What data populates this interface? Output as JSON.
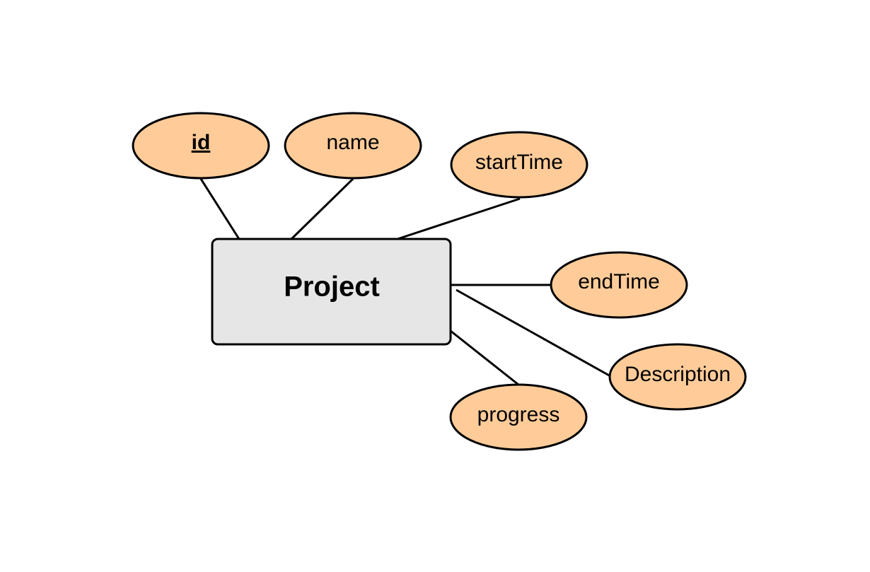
{
  "entity": {
    "name": "Project"
  },
  "attributes": [
    {
      "id": "id",
      "label": "id",
      "is_key": true
    },
    {
      "id": "name",
      "label": "name",
      "is_key": false
    },
    {
      "id": "start-time",
      "label": "startTime",
      "is_key": false
    },
    {
      "id": "end-time",
      "label": "endTime",
      "is_key": false
    },
    {
      "id": "description",
      "label": "Description",
      "is_key": false
    },
    {
      "id": "progress",
      "label": "progress",
      "is_key": false
    }
  ],
  "colors": {
    "entity_fill": "#e6e6e6",
    "attribute_fill": "#ffcc99",
    "stroke": "#000000"
  }
}
